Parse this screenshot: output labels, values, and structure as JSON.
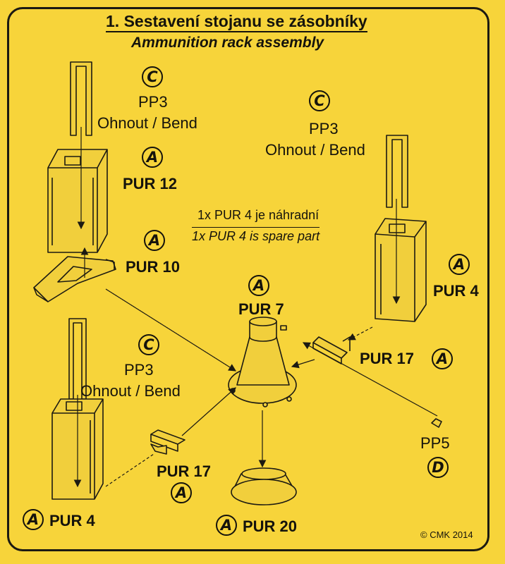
{
  "title": "1. Sestavení stojanu se zásobníky",
  "subtitle": "Ammunition rack assembly",
  "note": {
    "line_cz": "1x PUR 4 je náhradní",
    "line_en": "1x PUR 4 is spare part"
  },
  "bend_label": "Ohnout / Bend",
  "parts": {
    "pp3_top": {
      "badge": "C",
      "code": "PP3"
    },
    "pur12": {
      "badge": "A",
      "code": "PUR 12"
    },
    "pur10": {
      "badge": "A",
      "code": "PUR 10"
    },
    "pp3_right": {
      "badge": "C",
      "code": "PP3"
    },
    "pur4_right": {
      "badge": "A",
      "code": "PUR 4"
    },
    "pur7": {
      "badge": "A",
      "code": "PUR 7"
    },
    "pur17_right": {
      "badge": "A",
      "code": "PUR 17"
    },
    "pp3_bottom": {
      "badge": "C",
      "code": "PP3"
    },
    "pp5": {
      "badge": "D",
      "code": "PP5"
    },
    "pur17_bottom": {
      "badge": "A",
      "code": "PUR 17"
    },
    "pur4_bottom": {
      "badge": "A",
      "code": "PUR 4"
    },
    "pur20": {
      "badge": "A",
      "code": "PUR 20"
    }
  },
  "copyright": "© CMK 2014",
  "colors": {
    "sheet": "#f7d43a",
    "part_fill": "#f1cf3c",
    "line": "#1c1a12",
    "background": "#1f5aa8"
  }
}
